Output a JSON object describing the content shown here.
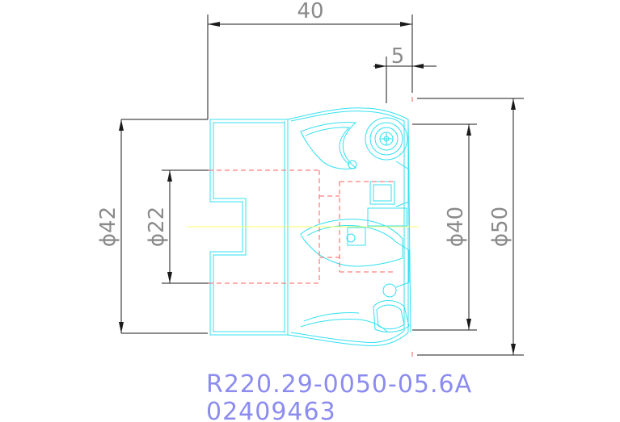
{
  "dimensions": {
    "length": "40",
    "offset": "5",
    "bore_large": "ϕ42",
    "bore_small": "ϕ22",
    "cut_inner": "ϕ40",
    "cut_outer": "ϕ50"
  },
  "caption": {
    "part_number": "R220.29-0050-05.6A",
    "order_code": "02409463"
  },
  "colors": {
    "part_outline": "#33e0f0",
    "hidden_lines": "#ff5c5c",
    "center_axis": "#ffff66",
    "dimension_lines": "#1a1a1a",
    "caption_text": "#8c8cf0"
  }
}
